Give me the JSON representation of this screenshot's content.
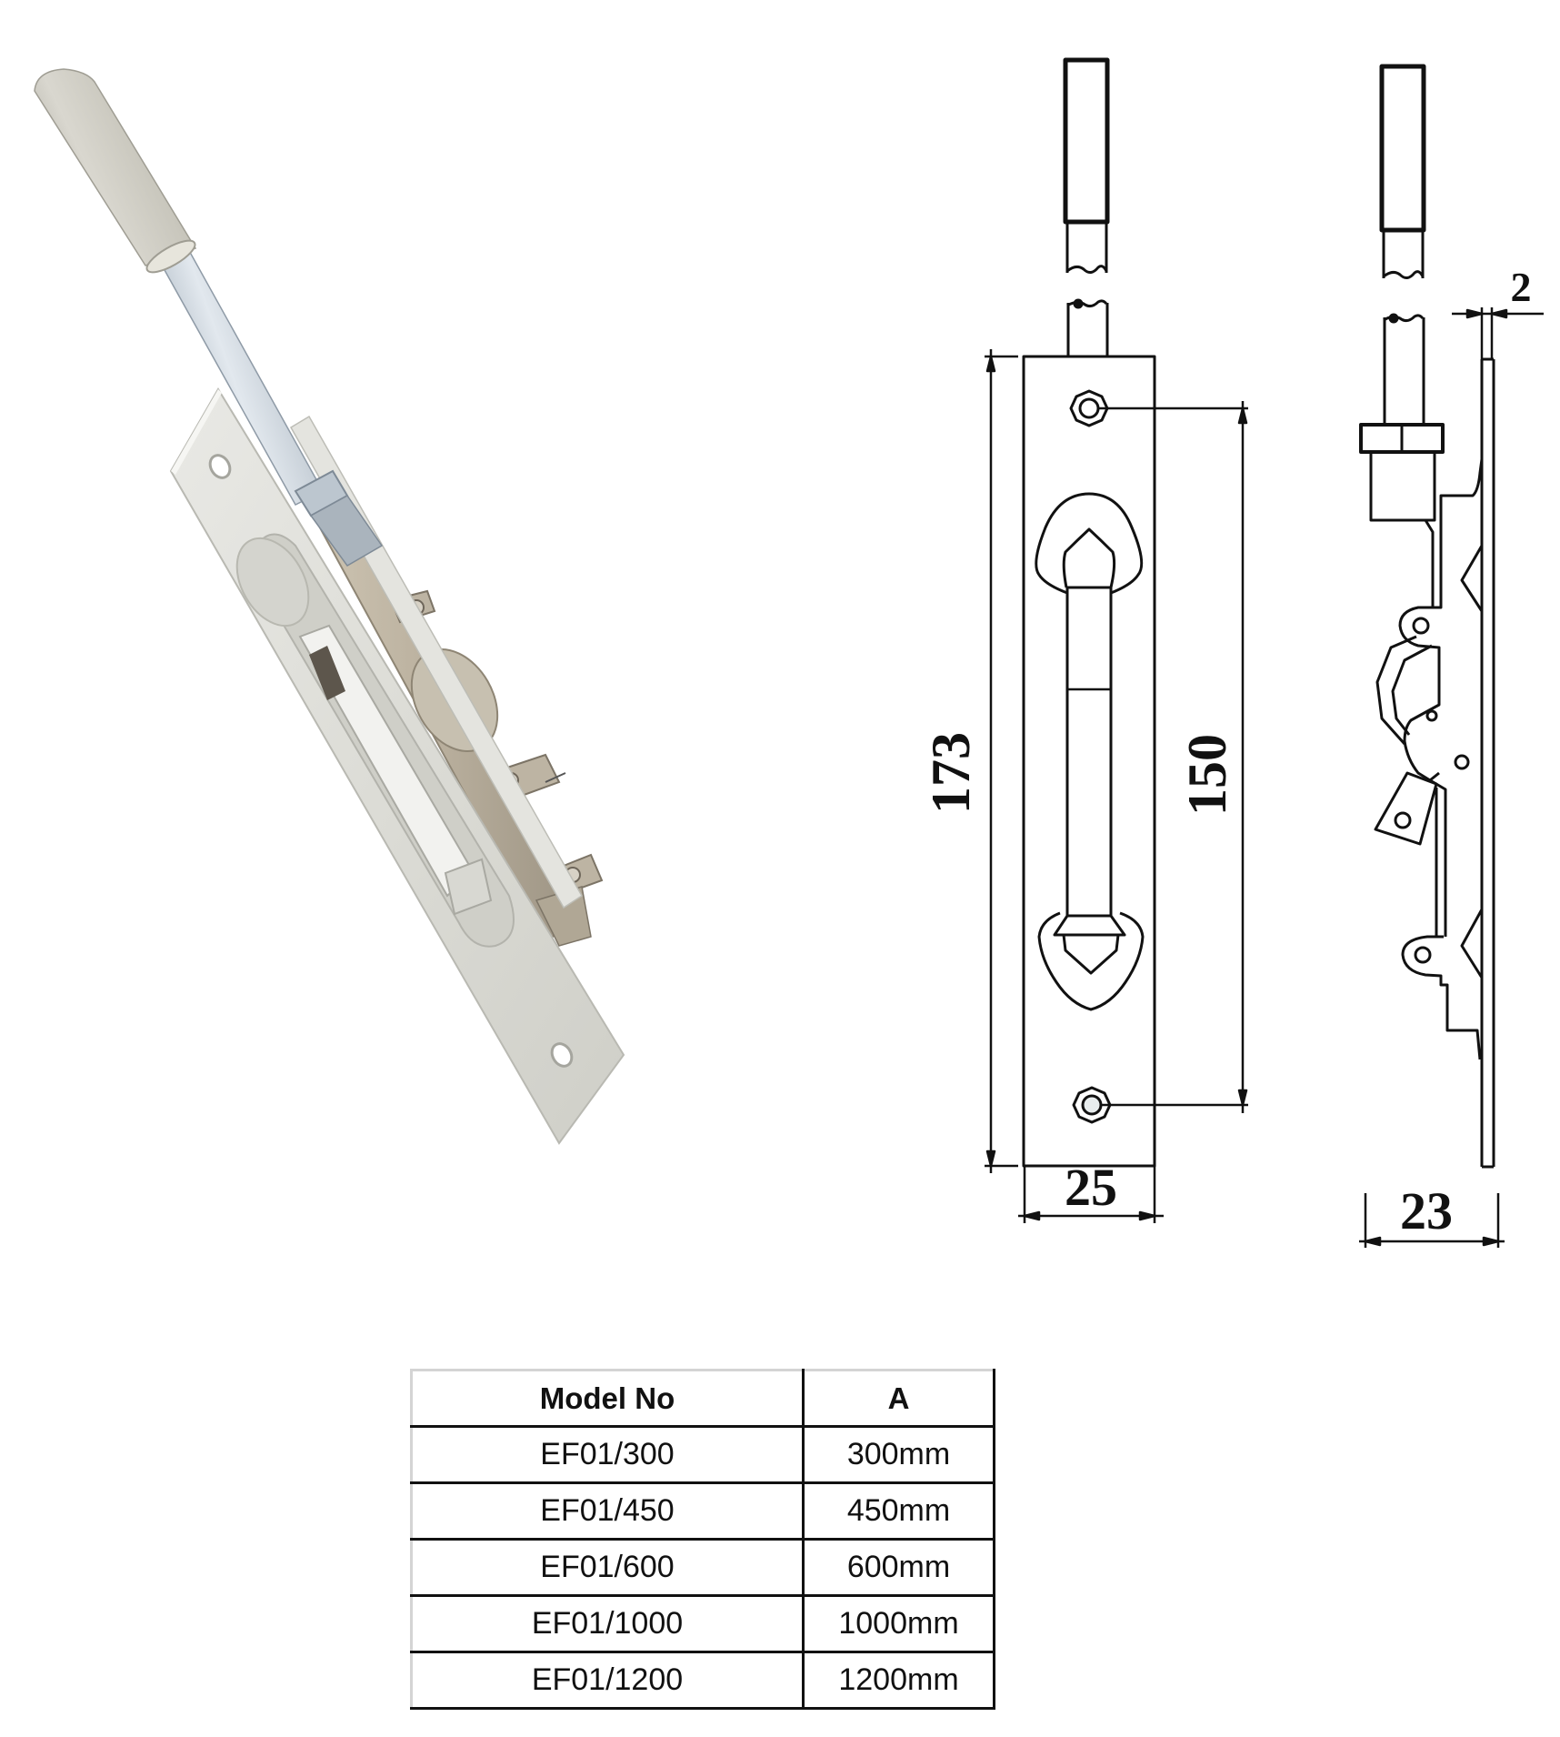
{
  "product_photo": {
    "subject": "lever-action flush bolt",
    "colors": {
      "cap": "#cbc9bf",
      "rod": "#bfcad3",
      "plate": "#dcdcd6",
      "mechanism": "#b9af9d"
    }
  },
  "drawing": {
    "front_view": {
      "overall_length_label": "173",
      "hole_spacing_label": "150",
      "width_label": "25"
    },
    "side_view": {
      "plate_thickness_label": "2",
      "depth_label": "23"
    },
    "line_color": "#111111"
  },
  "spec_table": {
    "headers": [
      "Model No",
      "A"
    ],
    "rows": [
      {
        "model": "EF01/300",
        "a": "300mm"
      },
      {
        "model": "EF01/450",
        "a": "450mm"
      },
      {
        "model": "EF01/600",
        "a": "600mm"
      },
      {
        "model": "EF01/1000",
        "a": "1000mm"
      },
      {
        "model": "EF01/1200",
        "a": "1200mm"
      }
    ]
  }
}
